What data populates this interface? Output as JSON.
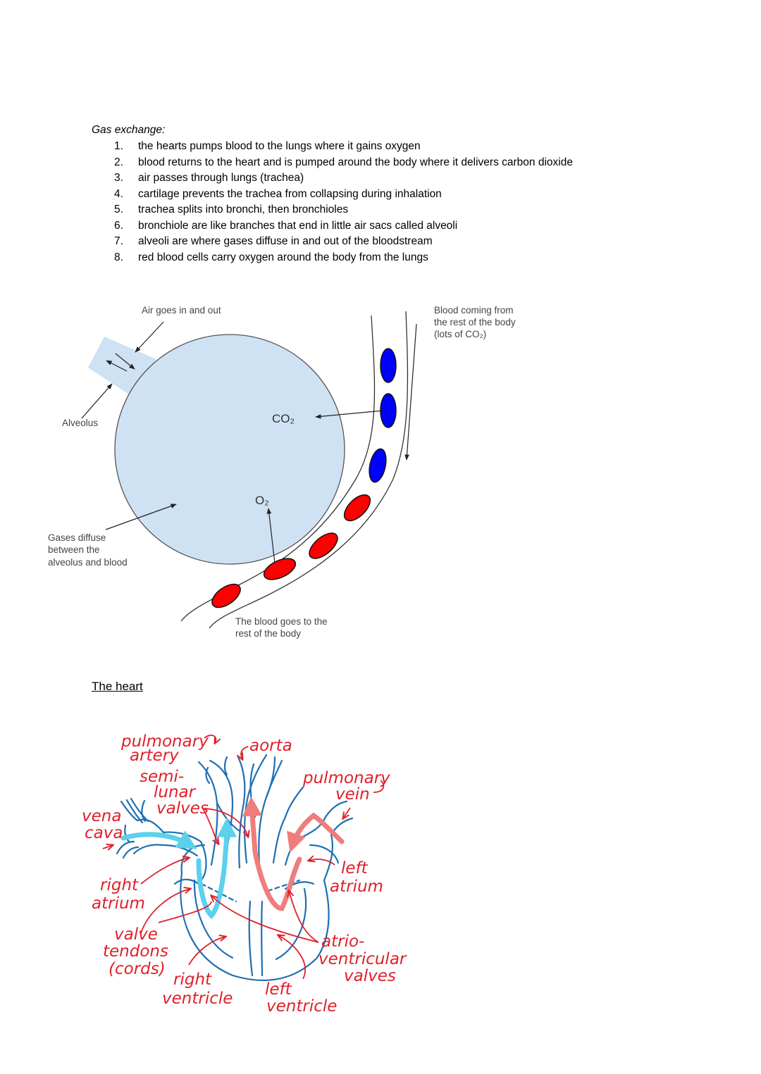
{
  "gas_exchange": {
    "title": "Gas exchange:",
    "steps": [
      {
        "num": "1.",
        "text": "the hearts pumps blood to the lungs where it gains  oxygen"
      },
      {
        "num": "2.",
        "text": "blood returns to the heart and is pumped around the body where it delivers carbon dioxide"
      },
      {
        "num": "3.",
        "text": "air passes through lungs (trachea)"
      },
      {
        "num": "4.",
        "text": "cartilage prevents the trachea from collapsing during inhalation"
      },
      {
        "num": "5.",
        "text": "trachea splits into bronchi, then bronchioles"
      },
      {
        "num": "6.",
        "text": "bronchiole are like branches that end in little air sacs called alveoli"
      },
      {
        "num": "7.",
        "text": "alveoli are where gases diffuse in and out of the bloodstream"
      },
      {
        "num": "8.",
        "text": "red blood cells carry oxygen around the body from the lungs"
      }
    ]
  },
  "alveolus_diagram": {
    "air_label": "Air goes in and out",
    "alveolus_label": "Alveolus",
    "blood_in_label": [
      "Blood coming from",
      "the rest of the body",
      "(lots of CO₂)"
    ],
    "co2_label": "CO₂",
    "o2_label": "O₂",
    "diffuse_label": [
      "Gases diffuse",
      "between the",
      "alveolus and blood"
    ],
    "blood_out_label": [
      "The blood goes to the",
      "rest of the body"
    ],
    "colors": {
      "alveolus": "#cfe2f3",
      "deoxygenated": "#0000ff",
      "oxygenated": "#ff0000"
    }
  },
  "heart": {
    "heading": "The heart",
    "labels": {
      "pulmonary_artery": [
        "pulmonary",
        "artery"
      ],
      "aorta": "aorta",
      "semilunar": [
        "semi-",
        "lunar",
        "valves"
      ],
      "pulmonary_vein": [
        "pulmonary",
        "vein"
      ],
      "vena_cava": [
        "vena",
        "cava"
      ],
      "left_atrium": [
        "left",
        "atrium"
      ],
      "right_atrium": [
        "right",
        "atrium"
      ],
      "valve_tendons": [
        "valve",
        "tendons",
        "(cords)"
      ],
      "av_valves": [
        "atrio-",
        "ventricular",
        "valves"
      ],
      "right_ventricle": [
        "right",
        "ventricle"
      ],
      "left_ventricle": [
        "left",
        "ventricle"
      ]
    },
    "colors": {
      "outline": "#1f6fb2",
      "deoxygenated": "#5dd0ec",
      "oxygenated": "#ef7d7d",
      "labels": "#e0202a"
    }
  }
}
